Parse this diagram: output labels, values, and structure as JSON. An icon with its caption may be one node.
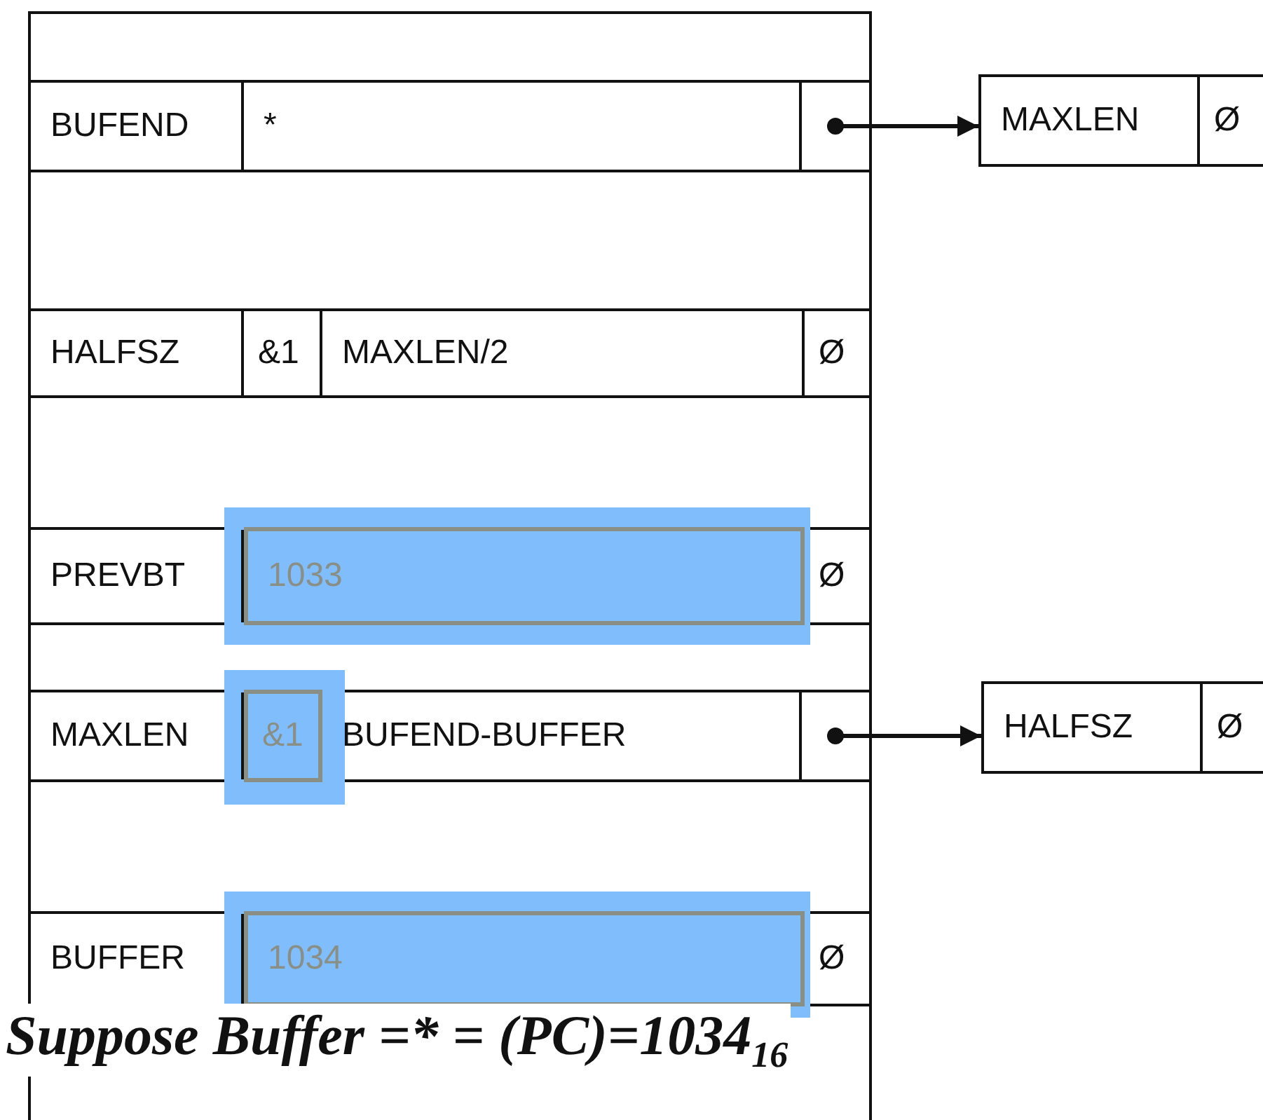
{
  "diagram": {
    "caption": "Suppose Buffer =* = (PC)=1034$_{16}$",
    "nodes": [
      {
        "text": [],
        "shape": "box"
      },
      {
        "text": [
          "BUFEND",
          "*"
        ],
        "in": 0
      },
      {
        "text": [],
        "shape": "box",
        "in": 1
      },
      {
        "text": [
          "MAXLEN",
          "Ø"
        ]
      },
      {
        "text": [
          "HALFSZ",
          "&1",
          "MAXLEN/2",
          "Ø"
        ],
        "in": 0
      },
      {
        "text": [
          "PREVBT",
          "1033",
          "Ø"
        ],
        "in": 0
      },
      {
        "text": [
          "MAXLEN",
          "&1",
          "BUFEND-BUFFER"
        ],
        "in": 0
      },
      {
        "text": [],
        "shape": "box",
        "in": 6
      },
      {
        "text": [
          "HALFSZ",
          "Ø"
        ]
      },
      {
        "text": [
          "BUFFER",
          "1034",
          "Ø"
        ],
        "in": 0
      }
    ],
    "edges": [
      {
        "from": 2,
        "to": 3,
        "arrow": "to"
      },
      {
        "from": 7,
        "to": 8,
        "arrow": "to"
      }
    ]
  }
}
